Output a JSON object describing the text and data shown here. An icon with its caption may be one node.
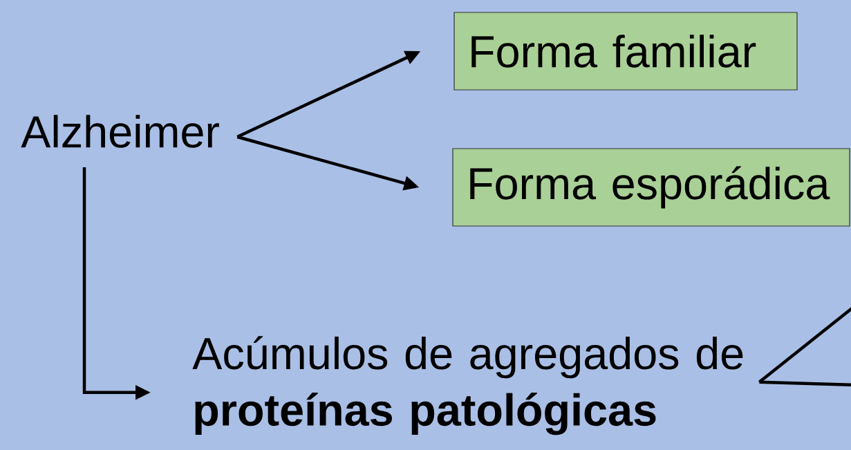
{
  "diagram": {
    "nodes": [
      {
        "text": [
          "Alzheimer"
        ]
      },
      {
        "text": [
          "Forma familiar"
        ]
      },
      {
        "text": [
          "Forma esporádica"
        ]
      },
      {
        "text": [
          "Acúmulos de agregados de **proteínas patológicas**"
        ]
      }
    ],
    "edges": [
      {
        "from": 0,
        "to": 1,
        "arrow": "to"
      },
      {
        "from": 0,
        "to": 2,
        "arrow": "to"
      },
      {
        "from": 0,
        "to": 3,
        "arrow": "to"
      },
      {
        "from": 3,
        "to": null,
        "arrow": "none"
      },
      {
        "from": 3,
        "to": null,
        "arrow": "none"
      }
    ]
  }
}
